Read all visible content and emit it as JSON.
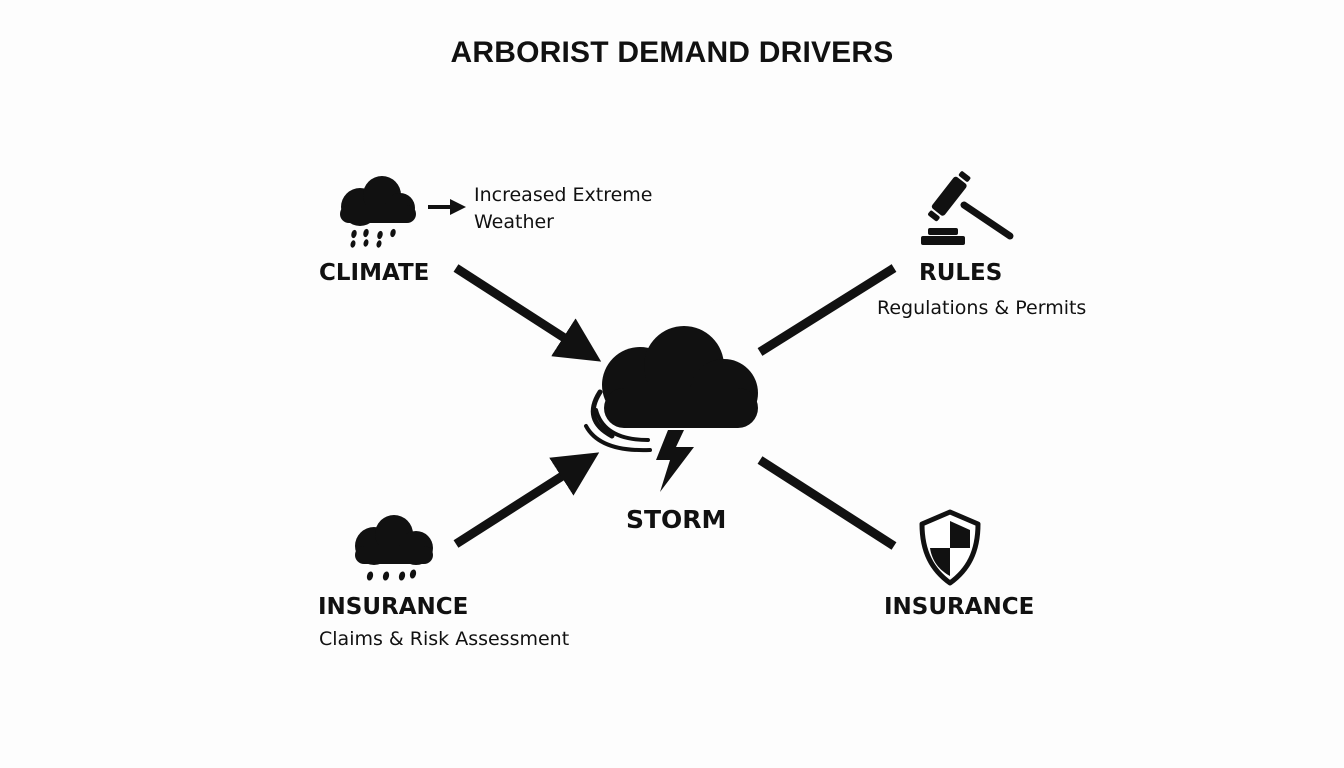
{
  "title": "ARBORIST DEMAND DRIVERS",
  "colors": {
    "ink": "#111111",
    "background": "#fdfdfd"
  },
  "nodes": {
    "climate": {
      "label": "CLIMATE",
      "note_line1": "Increased Extreme",
      "note_line2": "Weather",
      "icon": "rain-cloud-icon"
    },
    "rules": {
      "label": "RULES",
      "sub": "Regulations & Permits",
      "icon": "gavel-icon"
    },
    "storm": {
      "label": "STORM",
      "icon": "storm-cloud-icon"
    },
    "insurance_left": {
      "label": "INSURANCE",
      "sub": "Claims & Risk Assessment",
      "icon": "rain-cloud-icon"
    },
    "insurance_right": {
      "label": "INSURANCE",
      "icon": "shield-icon"
    }
  },
  "connectors": [
    {
      "from": "climate",
      "to": "storm",
      "arrow": true
    },
    {
      "from": "insurance_left",
      "to": "storm",
      "arrow": true
    },
    {
      "from": "rules",
      "to": "storm",
      "arrow": false
    },
    {
      "from": "insurance_right",
      "to": "storm",
      "arrow": false
    }
  ]
}
